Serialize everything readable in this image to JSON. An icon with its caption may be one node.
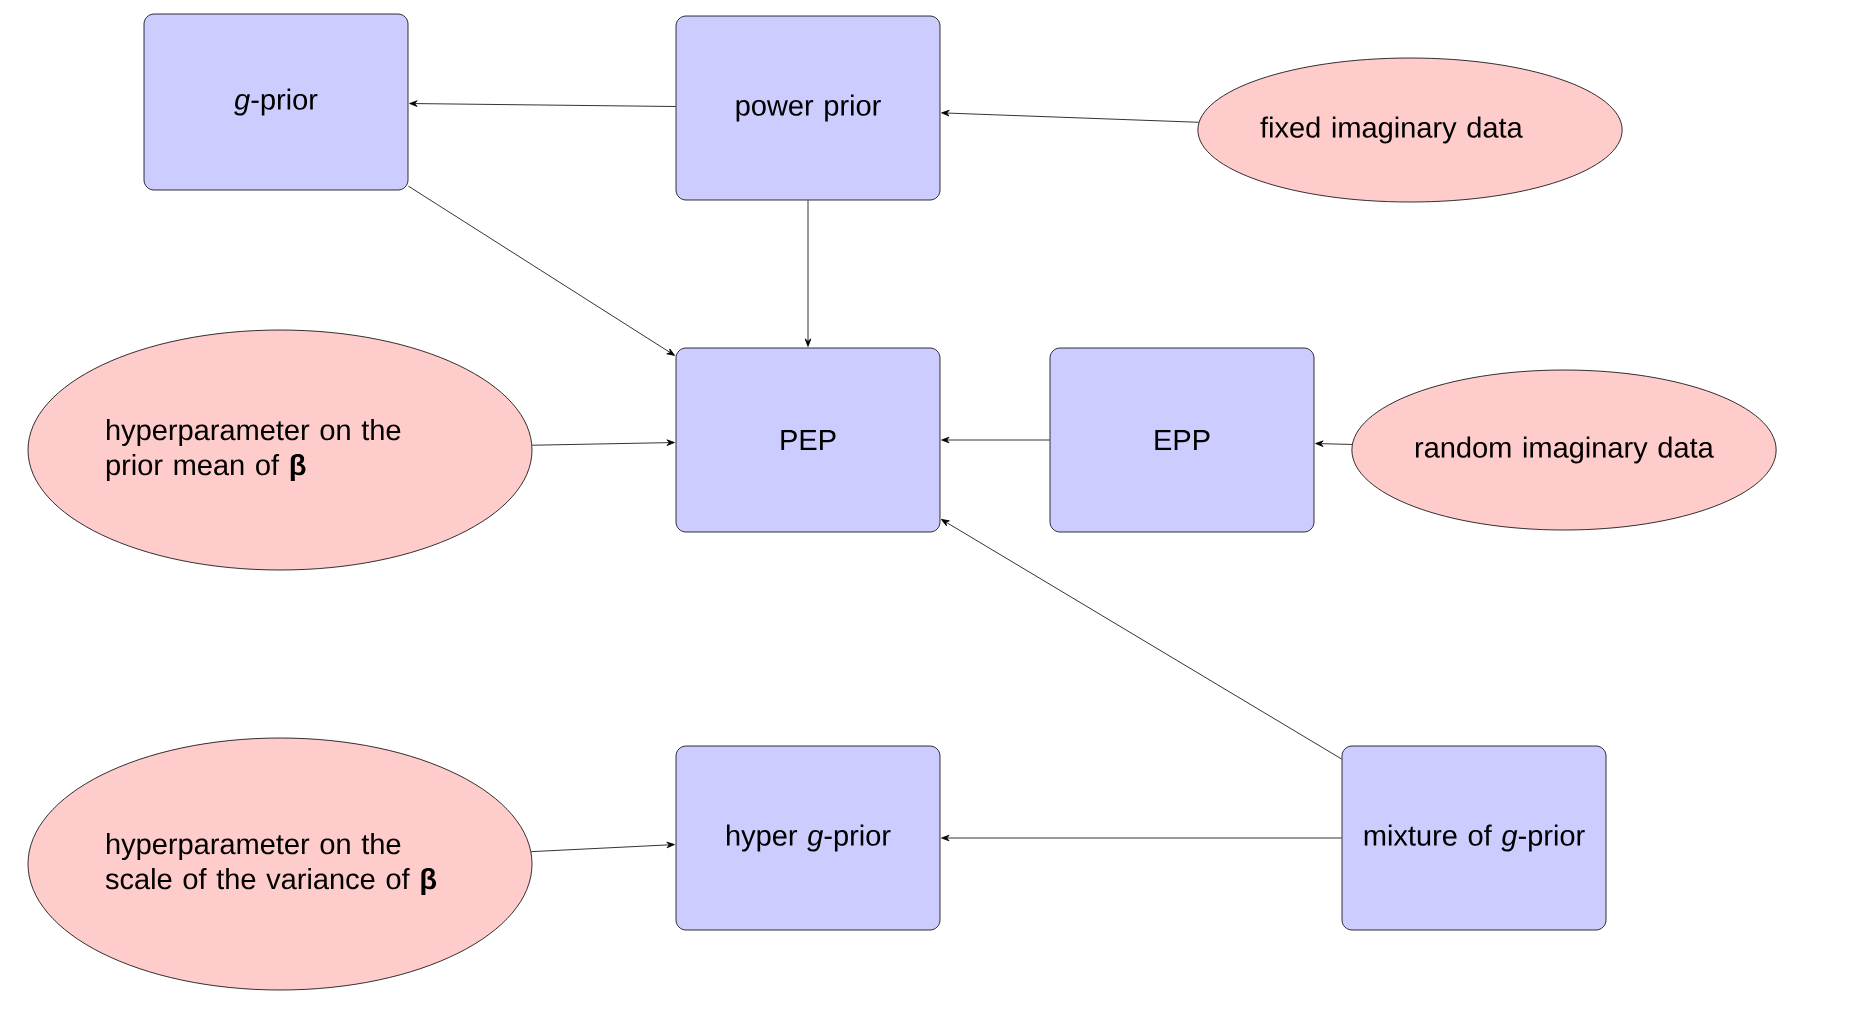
{
  "diagram": {
    "nodes": [
      {
        "text": [
          "*g*-prior"
        ]
      },
      {
        "text": [
          "power prior"
        ]
      },
      {
        "text": [
          "fixed imaginary data"
        ]
      },
      {
        "text": [
          "hyperparameter on the prior mean of **β**"
        ]
      },
      {
        "text": [
          "PEP"
        ]
      },
      {
        "text": [
          "EPP"
        ]
      },
      {
        "text": [
          "random imaginary data"
        ]
      },
      {
        "text": [
          "hyperparameter on the scale of the variance of **β**"
        ]
      },
      {
        "text": [
          "hyper *g*-prior"
        ]
      },
      {
        "text": [
          "mixture of *g*-prior"
        ]
      }
    ],
    "edges": [
      {
        "from": 1,
        "to": 0,
        "arrow": "to"
      },
      {
        "from": 2,
        "to": 1,
        "arrow": "to"
      },
      {
        "from": 1,
        "to": 4,
        "arrow": "to"
      },
      {
        "from": 0,
        "to": 4,
        "arrow": "to"
      },
      {
        "from": 3,
        "to": 4,
        "arrow": "to"
      },
      {
        "from": 5,
        "to": 4,
        "arrow": "to"
      },
      {
        "from": 6,
        "to": 5,
        "arrow": "to"
      },
      {
        "from": 9,
        "to": 4,
        "arrow": "to"
      },
      {
        "from": 9,
        "to": 8,
        "arrow": "to"
      },
      {
        "from": 7,
        "to": 8,
        "arrow": "to"
      }
    ]
  }
}
